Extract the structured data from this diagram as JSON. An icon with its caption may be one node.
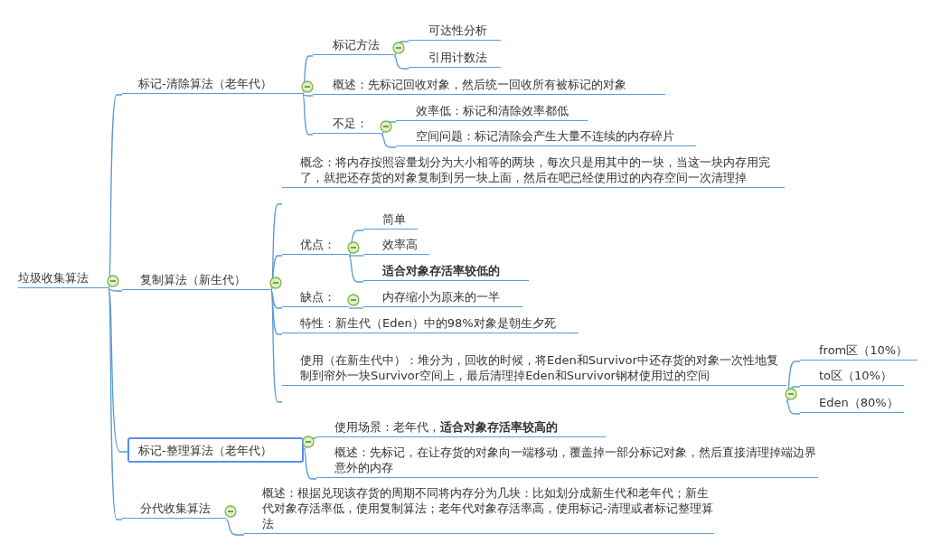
{
  "diagram": {
    "nodes": [
      {
        "text": [
          "垃圾收集算法"
        ]
      },
      {
        "text": [
          "标记-清除算法（老年代）"
        ]
      },
      {
        "text": [
          "标记方法"
        ]
      },
      {
        "text": [
          "可达性分析"
        ]
      },
      {
        "text": [
          "引用计数法"
        ]
      },
      {
        "text": [
          "概述：先标记回收对象，然后统一回收所有被标记的对象"
        ]
      },
      {
        "text": [
          "不足："
        ]
      },
      {
        "text": [
          "效率低：标记和清除效率都低"
        ]
      },
      {
        "text": [
          "空间问题：标记清除会产生大量不连续的内存碎片"
        ]
      },
      {
        "text": [
          "复制算法（新生代）"
        ]
      },
      {
        "text": [
          "概念：将内存按照容量划分为大小相等的两块，每次只是用其中的一块，当这一块内存用完了，就把还存货的对象复制到另一块上面，然后在吧已经使用过的内存空间一次清理掉"
        ]
      },
      {
        "text": [
          "优点："
        ]
      },
      {
        "text": [
          "简单"
        ]
      },
      {
        "text": [
          "效率高"
        ]
      },
      {
        "text": [
          "适合对象存活率较低的"
        ]
      },
      {
        "text": [
          "缺点："
        ]
      },
      {
        "text": [
          "内存缩小为原来的一半"
        ]
      },
      {
        "text": [
          "特性：新生代（Eden）中的98%对象是朝生夕死"
        ]
      },
      {
        "text": [
          "使用（在新生代中）：堆分为，回收的时候，将Eden和Survivor中还存货的对象一次性地复制到帘外一块Survivor空间上，最后清理掉Eden和Survivor钢材使用过的空间"
        ]
      },
      {
        "text": [
          "from区（10%）"
        ]
      },
      {
        "text": [
          "to区（10%）"
        ]
      },
      {
        "text": [
          "Eden（80%）"
        ]
      },
      {
        "text": [
          "标记-整理算法（老年代）"
        ]
      },
      {
        "text": [
          "使用场景：老年代，**适合对象存活率较高的**"
        ]
      },
      {
        "text": [
          "概述：先标记，在让存货的对象向一端移动，覆盖掉一部分标记对象，然后直接清理掉端边界意外的内存"
        ]
      },
      {
        "text": [
          "分代收集算法"
        ]
      },
      {
        "text": [
          "概述：根据兑现该存货的周期不同将内存分为几块：比如划分成新生代和老年代；新生代对象存活率低，使用复制算法；老年代对象存活率高，使用标记-清理或者标记整理算法"
        ]
      }
    ],
    "edges": [
      {
        "from": 0,
        "to": 1,
        "arrow": "none"
      },
      {
        "from": 0,
        "to": 9,
        "arrow": "none"
      },
      {
        "from": 0,
        "to": 22,
        "arrow": "none"
      },
      {
        "from": 0,
        "to": 25,
        "arrow": "none"
      },
      {
        "from": 1,
        "to": 2,
        "arrow": "none"
      },
      {
        "from": 1,
        "to": 5,
        "arrow": "none"
      },
      {
        "from": 1,
        "to": 6,
        "arrow": "none"
      },
      {
        "from": 2,
        "to": 3,
        "arrow": "none"
      },
      {
        "from": 2,
        "to": 4,
        "arrow": "none"
      },
      {
        "from": 6,
        "to": 7,
        "arrow": "none"
      },
      {
        "from": 6,
        "to": 8,
        "arrow": "none"
      },
      {
        "from": 9,
        "to": 10,
        "arrow": "none"
      },
      {
        "from": 9,
        "to": 11,
        "arrow": "none"
      },
      {
        "from": 9,
        "to": 15,
        "arrow": "none"
      },
      {
        "from": 9,
        "to": 17,
        "arrow": "none"
      },
      {
        "from": 9,
        "to": 18,
        "arrow": "none"
      },
      {
        "from": 11,
        "to": 12,
        "arrow": "none"
      },
      {
        "from": 11,
        "to": 13,
        "arrow": "none"
      },
      {
        "from": 11,
        "to": 14,
        "arrow": "none"
      },
      {
        "from": 15,
        "to": 16,
        "arrow": "none"
      },
      {
        "from": 18,
        "to": 19,
        "arrow": "none"
      },
      {
        "from": 18,
        "to": 20,
        "arrow": "none"
      },
      {
        "from": 18,
        "to": 21,
        "arrow": "none"
      },
      {
        "from": 22,
        "to": 23,
        "arrow": "none"
      },
      {
        "from": 22,
        "to": 24,
        "arrow": "none"
      },
      {
        "from": 25,
        "to": 26,
        "arrow": "none"
      }
    ]
  }
}
